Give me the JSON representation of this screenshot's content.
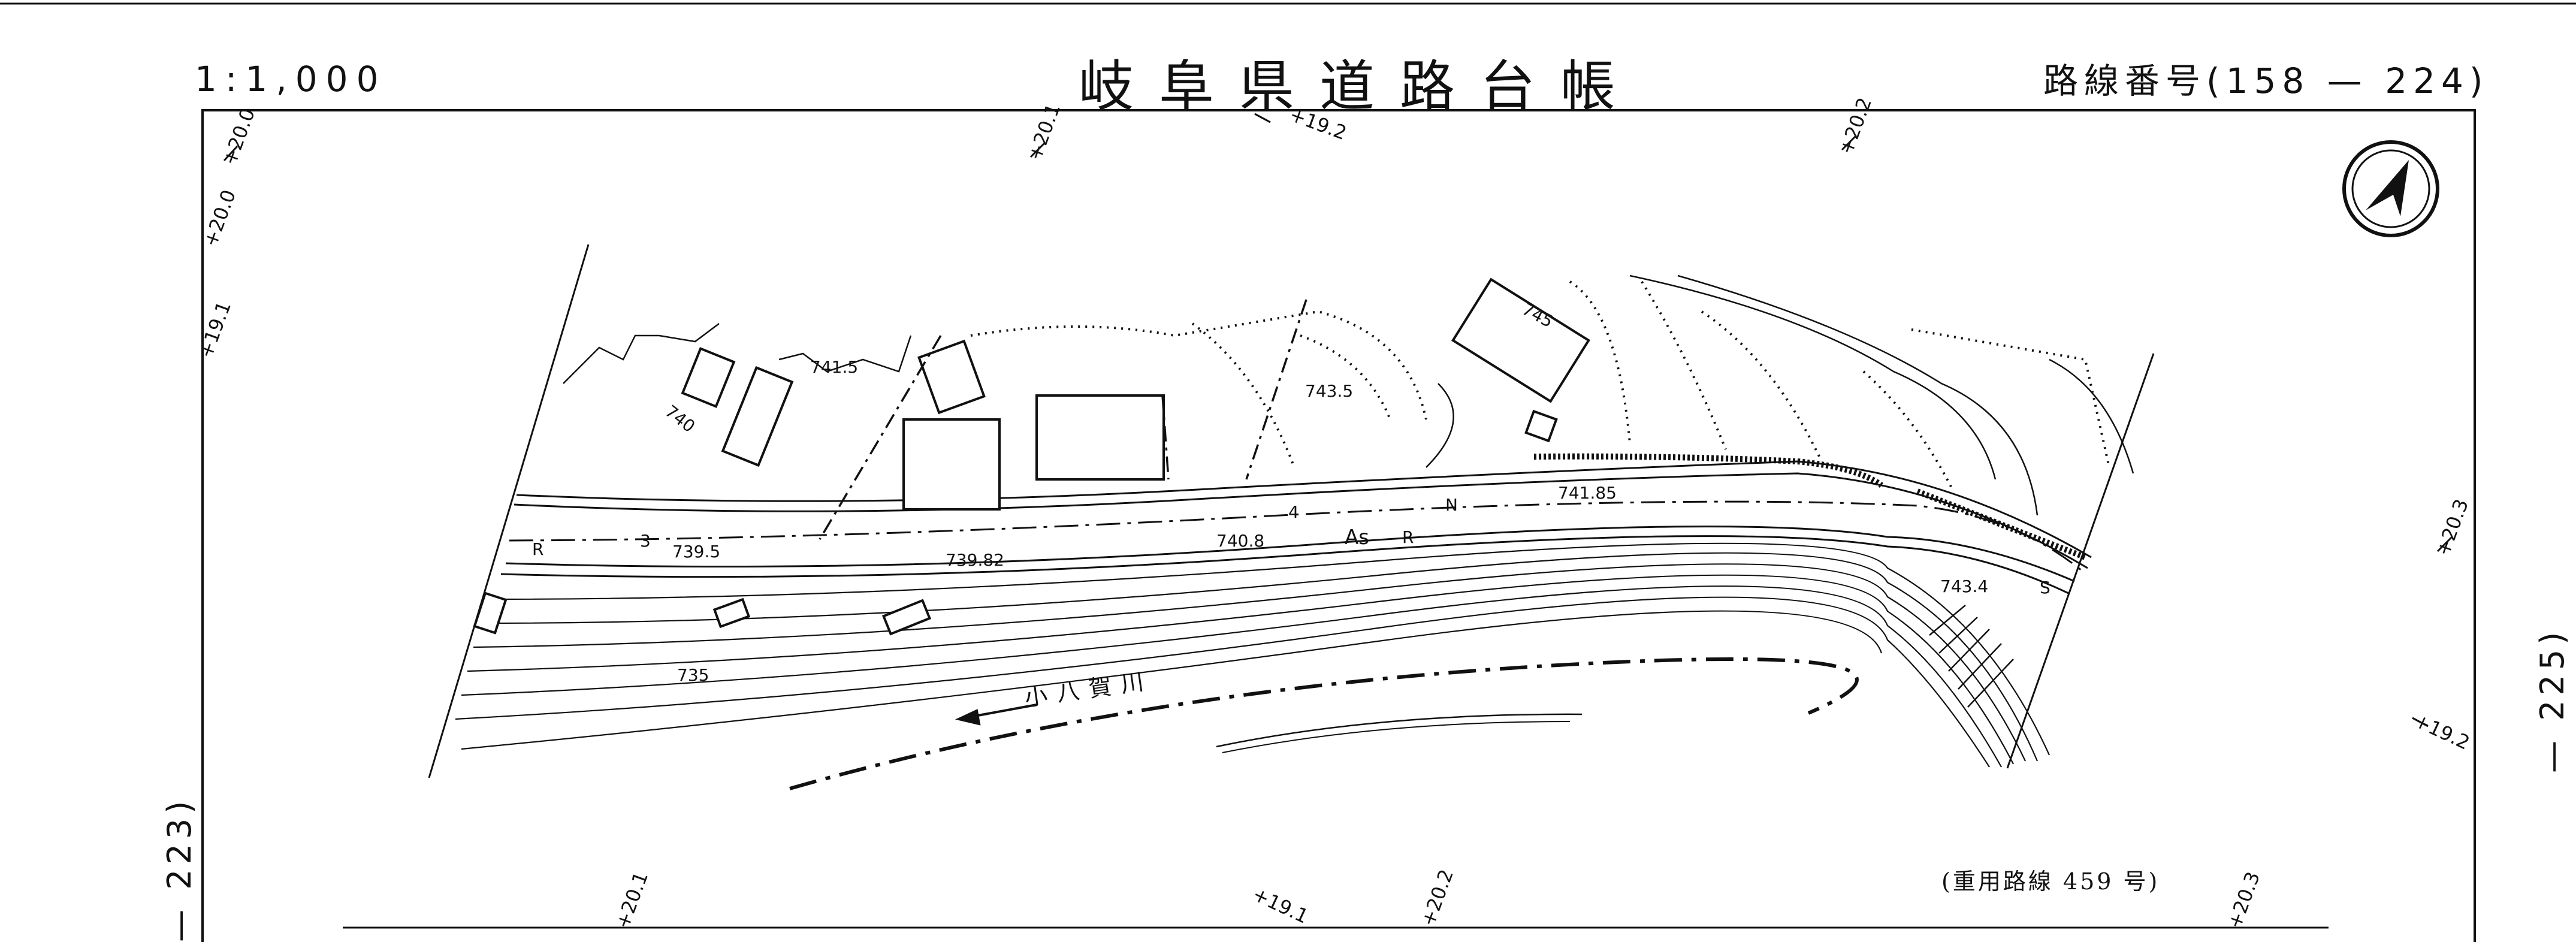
{
  "header": {
    "scale": "1:1,000",
    "title": "岐阜県道路台帳",
    "route_number": "路線番号(158 — 224)"
  },
  "adjacent_sheets": {
    "left": "223)",
    "right": "225)"
  },
  "note": "(重用路線 459 号)",
  "river_name": "小八賀川",
  "symbols": {
    "north_arrow": "north-arrow-icon",
    "road_surface": "As"
  },
  "grid_ticks": {
    "top": [
      "+20.0",
      "+20.0",
      "+19.1",
      "+20.1",
      "+19.2",
      "+20.2"
    ],
    "right": [
      "+20.3",
      "+19.2"
    ],
    "bottom": [
      "+20.1",
      "+19.1",
      "+20.2",
      "+20.3"
    ]
  },
  "elevations": [
    "741.5",
    "743.5",
    "745",
    "740",
    "739.5",
    "739.82",
    "740.8",
    "741.85",
    "743.4",
    "735"
  ],
  "road_labels": [
    "R",
    "3",
    "4",
    "N",
    "R",
    "S"
  ],
  "colors": {
    "ink": "#111111",
    "paper": "#ffffff"
  }
}
